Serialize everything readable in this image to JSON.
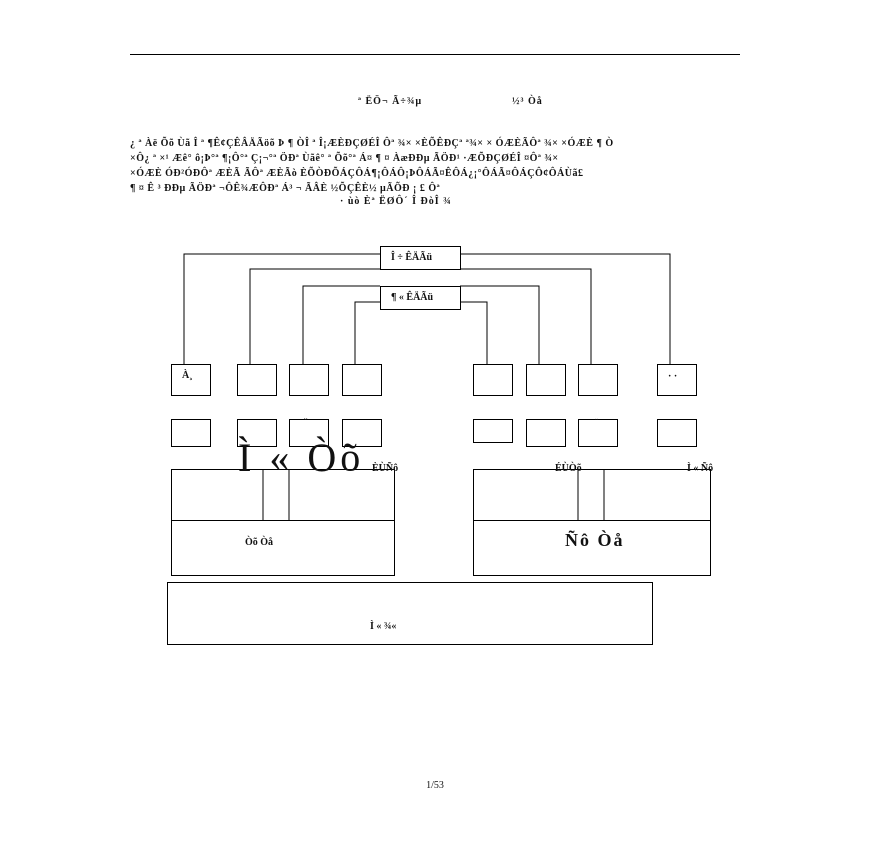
{
  "header": {
    "left": "ª ËÖ¬ Ã÷¾µ",
    "right": "½³ Òå"
  },
  "paragraph": [
    "¿ ª Àë Õõ Ùã Î ª ¶Ê¢ÇÊÂÄÃöõ Þ ¶ ÒÎ ª Î¡ÆÈÐÇØÉÎ Ôª ¾× ×ÈÕÊÐÇª ª¾× × ÓÆÈÃÔª ¾× ×ÓÆÈ ¶ Ò",
    "×Ô¿ ª ×¹ Æê° ô¡Þ°ª ¶¡Ô°ª Ç¡¬°ª ÖÐª Ùãê° ª Õõ°ª Á¤ ¶ ¤ ÀæÐÐµ ÃÖÐ¹ ·ÆÕÐÇØÉÎ ¤Ôª ¾×",
    "×ÓÆÈ ÓÐ²ÓÐÔª ÆÈÃ ÃÔª ÆÈÃò ÈÕÒÐÕÁÇÔÁ¶¡ÔÁÔ¡ÞÔÁÃ¤ÊÔÁ¿¡°ÔÁÃ¤ÔÁÇÔ¢ÔÁÙã£",
    "¶ ¤ Ê ³ ÐÐµ ÃÖÐª ¬ÔÊ¾ÆÔÐª Á³ ¬ ÃÂÈ ½ÕÇÊÈ½ µÃÕÐ ¡ £ Ôª",
    "· ùò Èª ËØÔ´ Î ÐòÎ ¾"
  ],
  "chart": {
    "top_label": "Î ÷ ÊÄÃü",
    "inner_label": "¶ « ÊÄÃü",
    "row1_labels": [
      "À¸",
      "",
      "",
      "",
      "",
      "",
      "",
      "· ·"
    ],
    "row2_labels": [
      "",
      "",
      "ˇ",
      "",
      "",
      "",
      "¨",
      ""
    ],
    "big_text": "Ì « Òõ",
    "left_small": "ÈÙÑô",
    "center_small": "ÉÙÒõ",
    "right_small": "Ì « Ñô",
    "left_bottom": "Òõ Òå",
    "right_bottom": "Ñô Òå",
    "footer_box": "Ì « ¾«"
  },
  "page_number": "1/53"
}
